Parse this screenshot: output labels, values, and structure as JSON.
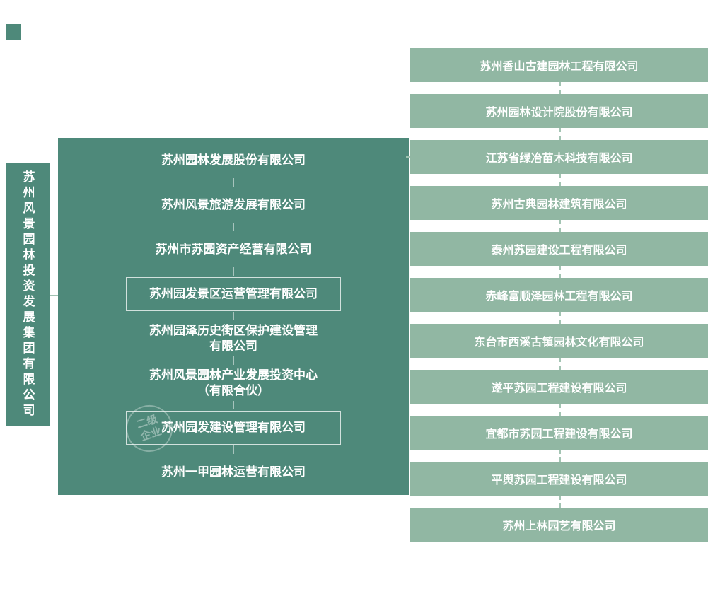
{
  "root": {
    "name": "苏州风景园林投资发展集团有限公司"
  },
  "tier2": [
    {
      "name": "苏州园林发展股份有限公司"
    },
    {
      "name": "苏州风景旅游发展有限公司"
    },
    {
      "name": "苏州市苏园资产经营有限公司"
    },
    {
      "name": "苏州园发景区运营管理有限公司"
    },
    {
      "name": "苏州园泽历史街区保护建设管理\n有限公司"
    },
    {
      "name": "苏州风景园林产业发展投资中心\n（有限合伙）"
    },
    {
      "name": "苏州园发建设管理有限公司"
    },
    {
      "name": "苏州一甲园林运营有限公司"
    }
  ],
  "tier3": [
    {
      "name": "苏州香山古建园林工程有限公司"
    },
    {
      "name": "苏州园林设计院股份有限公司"
    },
    {
      "name": "江苏省绿冶苗木科技有限公司"
    },
    {
      "name": "苏州古典园林建筑有限公司"
    },
    {
      "name": "泰州苏园建设工程有限公司"
    },
    {
      "name": "赤峰富顺泽园林工程有限公司"
    },
    {
      "name": "东台市西溪古镇园林文化有限公司"
    },
    {
      "name": "遂平苏园工程建设有限公司"
    },
    {
      "name": "宜都市苏园工程建设有限公司"
    },
    {
      "name": "平舆苏园工程建设有限公司"
    },
    {
      "name": "苏州上林园艺有限公司"
    }
  ],
  "watermark": {
    "text": "二级\n企业"
  },
  "colors": {
    "dark_green": "#4e897a",
    "light_green": "#91b7a3",
    "connector": "#a3c4b3",
    "text": "#ffffff"
  }
}
